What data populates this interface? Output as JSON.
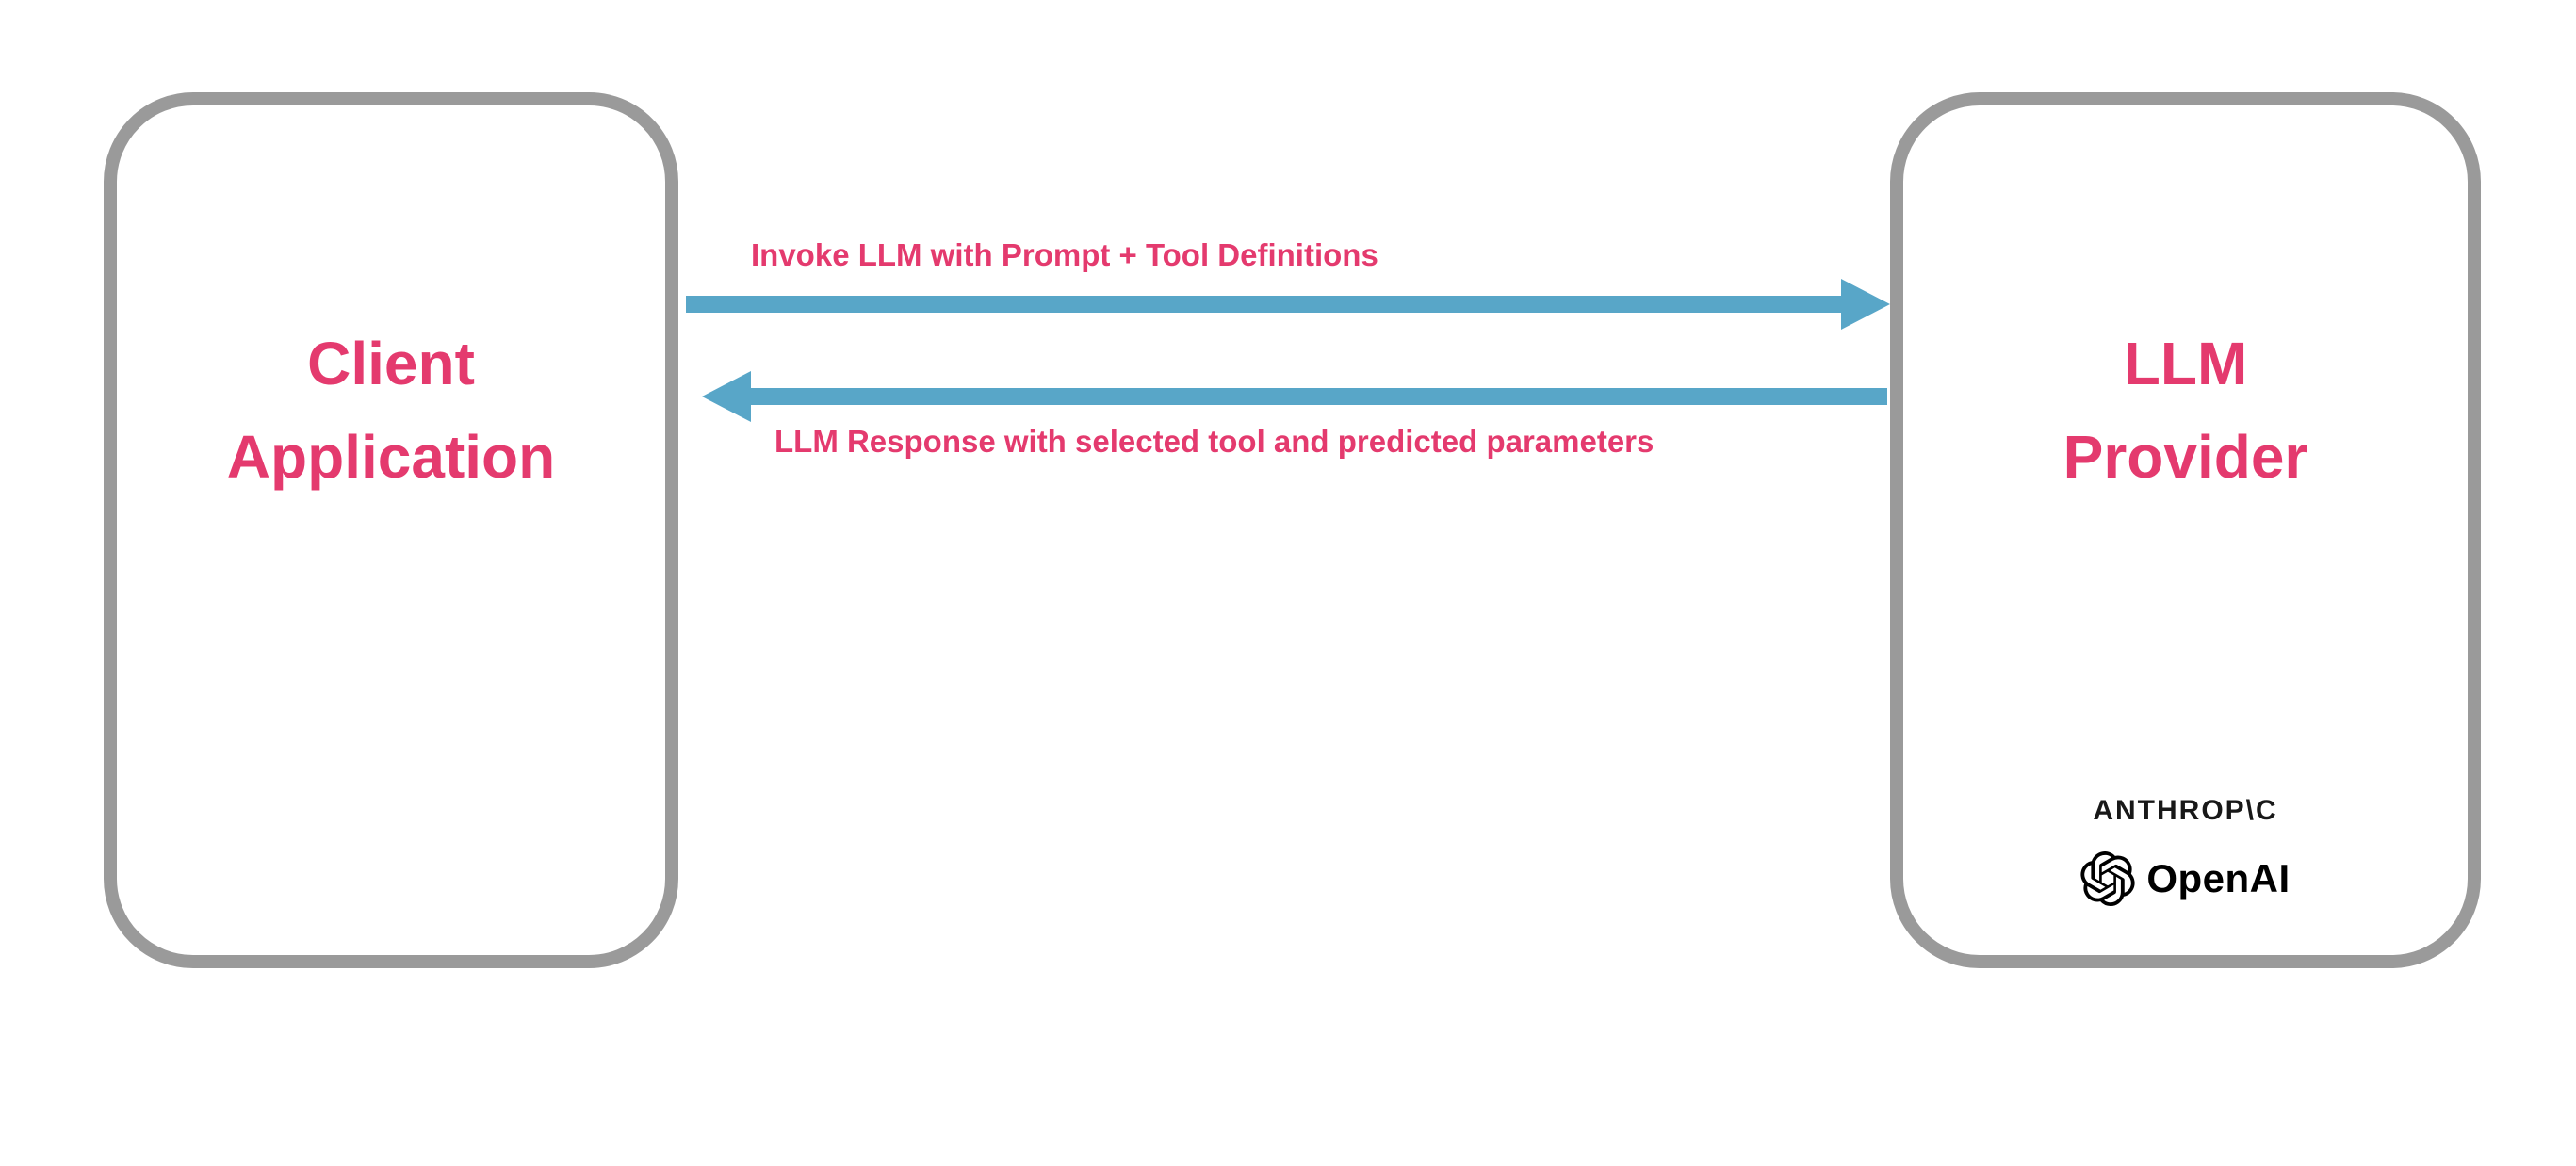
{
  "diagram": {
    "type": "sequence-flow",
    "colors": {
      "accent_pink": "#e43a6e",
      "arrow_blue": "#58a6c8",
      "box_border_gray": "#9a9a9a",
      "logo_black": "#181818",
      "background": "#ffffff"
    },
    "client_box": {
      "title_line1": "Client",
      "title_line2": "Application"
    },
    "provider_box": {
      "title_line1": "LLM",
      "title_line2": "Provider",
      "logos": {
        "anthropic_wordmark": "ANTHROP\\C",
        "openai_wordmark": "OpenAI"
      }
    },
    "arrows": {
      "request": {
        "label": "Invoke LLM with Prompt + Tool Definitions",
        "direction": "left-to-right"
      },
      "response": {
        "label": "LLM Response with selected tool and predicted parameters",
        "direction": "right-to-left"
      }
    }
  }
}
